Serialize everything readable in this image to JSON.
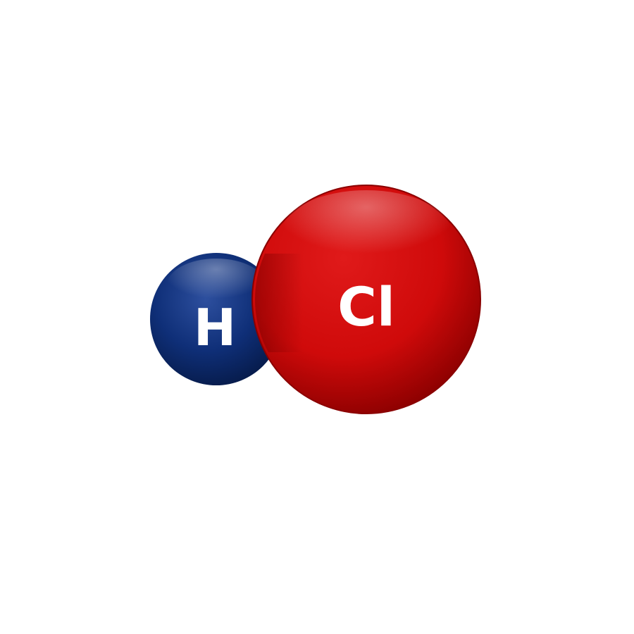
{
  "molecule": {
    "atoms": [
      {
        "id": "hydrogen",
        "symbol": "H",
        "color": "#0f2f78",
        "highlight": "#3a5fb0",
        "shadow": "#061a48"
      },
      {
        "id": "chlorine",
        "symbol": "Cl",
        "color": "#cf0a0a",
        "highlight": "#ff4a4a",
        "shadow": "#7a0000"
      }
    ]
  },
  "background_color": "#ffffff"
}
